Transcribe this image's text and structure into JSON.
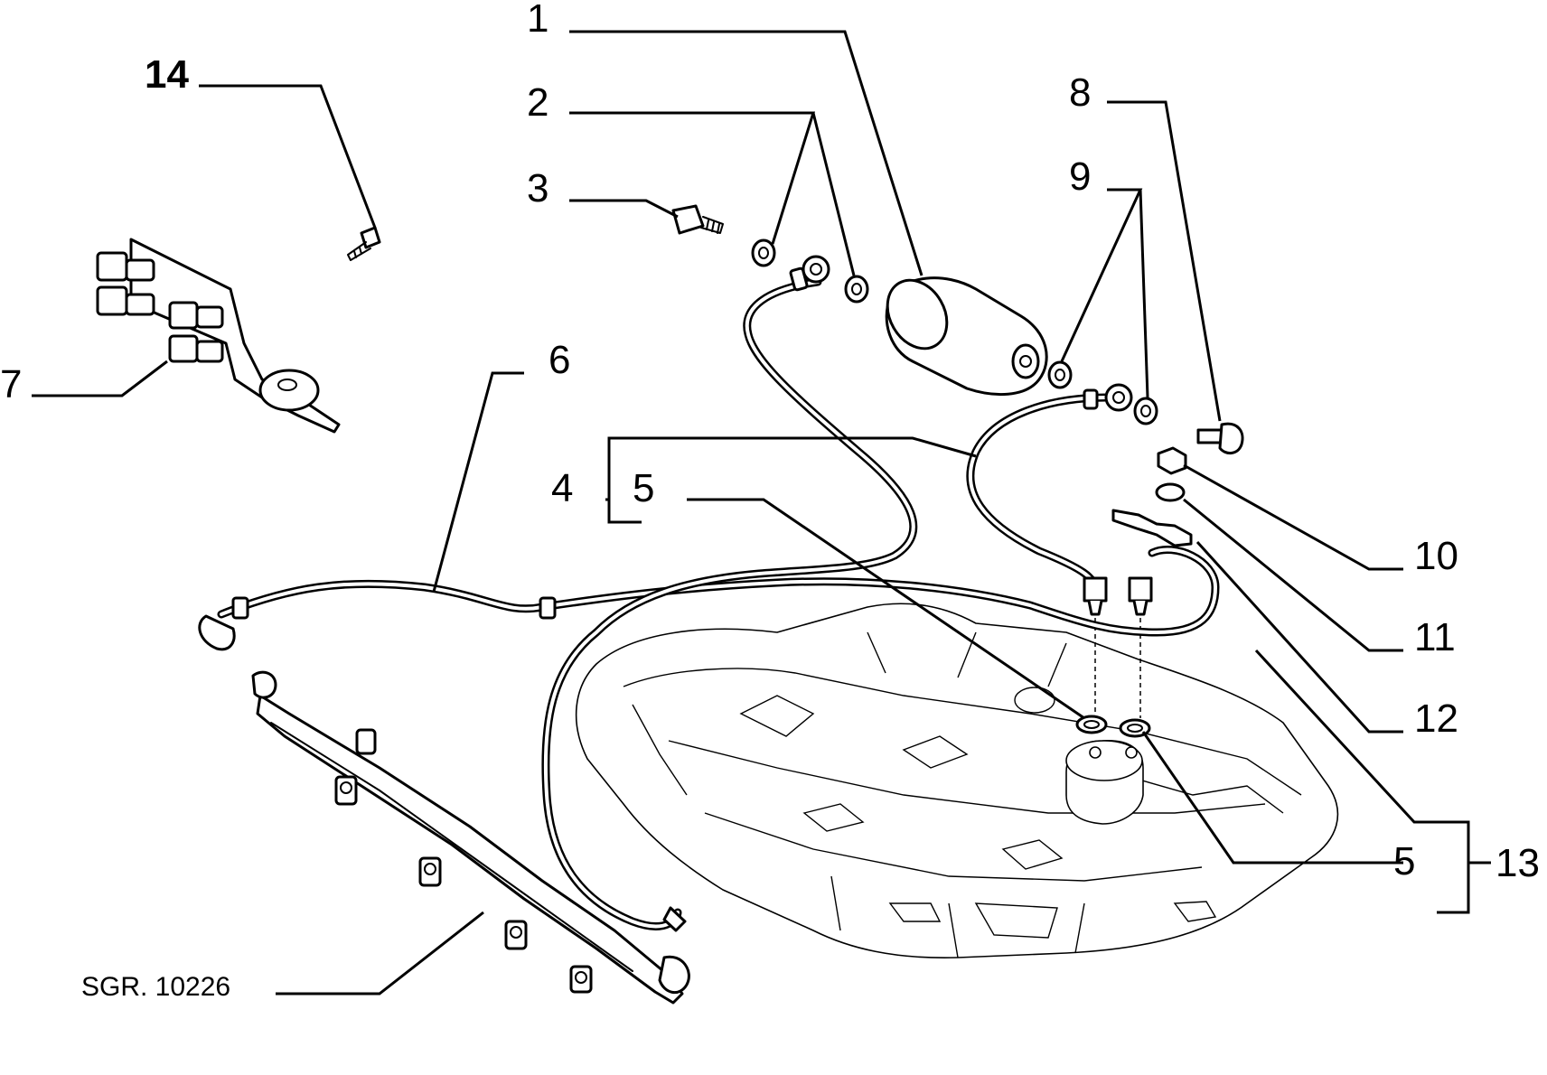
{
  "callouts": [
    {
      "key": "c1",
      "label": "1"
    },
    {
      "key": "c2",
      "label": "2"
    },
    {
      "key": "c3",
      "label": "3"
    },
    {
      "key": "c4",
      "label": "4"
    },
    {
      "key": "c5a",
      "label": "5"
    },
    {
      "key": "c5b",
      "label": "5"
    },
    {
      "key": "c6",
      "label": "6"
    },
    {
      "key": "c7",
      "label": "7"
    },
    {
      "key": "c8",
      "label": "8"
    },
    {
      "key": "c9",
      "label": "9"
    },
    {
      "key": "c10",
      "label": "10"
    },
    {
      "key": "c11",
      "label": "11"
    },
    {
      "key": "c12",
      "label": "12"
    },
    {
      "key": "c13",
      "label": "13"
    },
    {
      "key": "c14",
      "label": "14"
    }
  ],
  "reference": "SGR. 10226"
}
